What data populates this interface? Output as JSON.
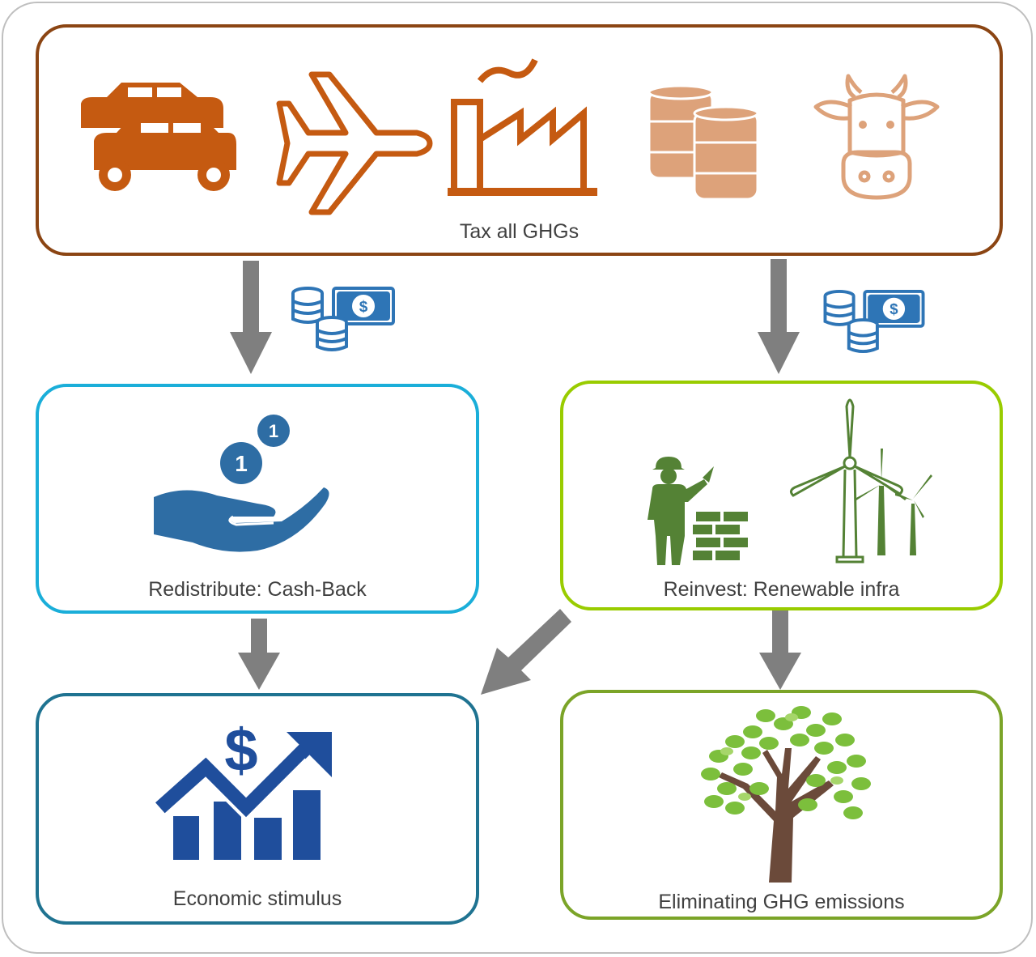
{
  "nodes": {
    "tax": {
      "label": "Tax all GHGs",
      "color": "#8b4513"
    },
    "redistribute": {
      "label": "Redistribute: Cash-Back",
      "color": "#1aaed9"
    },
    "reinvest": {
      "label": "Reinvest: Renewable infra",
      "color": "#99cc00"
    },
    "stimulus": {
      "label": "Economic stimulus",
      "color": "#1f7391"
    },
    "eliminate": {
      "label": "Eliminating GHG emissions",
      "color": "#7ba428"
    }
  },
  "icons": {
    "tax": [
      "cars-icon",
      "airplane-icon",
      "factory-icon",
      "oil-barrels-icon",
      "cow-icon"
    ],
    "money": "money-coins-icon",
    "redistribute": "hand-coins-icon",
    "reinvest": [
      "construction-worker-icon",
      "wind-turbines-icon"
    ],
    "stimulus": "dollar-growth-chart-icon",
    "eliminate": "tree-icon"
  },
  "colors": {
    "arrow": "#7f7f7f",
    "tax_icon_dark": "#c55a11",
    "tax_icon_light": "#dda27a",
    "money_blue": "#2e75b6",
    "hand_blue": "#2e6da4",
    "worker_green": "#548235",
    "chart_blue": "#1f4e9c",
    "trunk": "#6b4a3a",
    "leaf": "#7cbf3c"
  }
}
